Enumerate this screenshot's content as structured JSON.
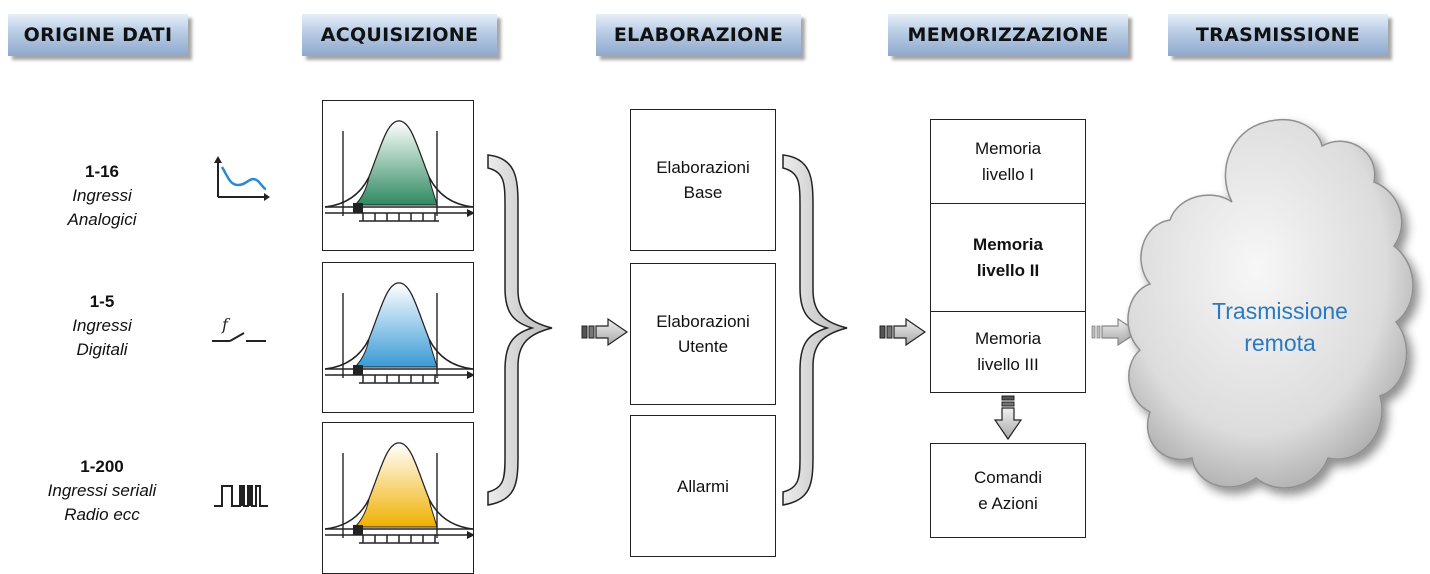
{
  "stages": [
    "ORIGINE DATI",
    "ACQUISIZIONE",
    "ELABORAZIONE",
    "MEMORIZZAZIONE",
    "TRASMISSIONE"
  ],
  "sources": [
    {
      "count": "1-16",
      "line1": "Ingressi",
      "line2": "Analogici",
      "icon": "analog-signal-icon"
    },
    {
      "count": "1-5",
      "line1": "Ingressi",
      "line2": "Digitali",
      "icon": "digital-switch-icon"
    },
    {
      "count": "1-200",
      "line1": "Ingressi seriali",
      "line2": "Radio ecc",
      "icon": "serial-pulse-icon"
    }
  ],
  "acquisition": [
    {
      "color": "#2e8a60"
    },
    {
      "color": "#3a9ad6"
    },
    {
      "color": "#f0b000"
    }
  ],
  "processing": [
    {
      "line1": "Elaborazioni",
      "line2": "Base"
    },
    {
      "line1": "Elaborazioni",
      "line2": "Utente"
    },
    {
      "line1": "Allarmi",
      "line2": ""
    }
  ],
  "memory": [
    {
      "line1": "Memoria",
      "line2": "livello I",
      "bold": false
    },
    {
      "line1": "Memoria",
      "line2": "livello II",
      "bold": true
    },
    {
      "line1": "Memoria",
      "line2": "livello III",
      "bold": false
    }
  ],
  "actions": {
    "line1": "Comandi",
    "line2": "e Azioni"
  },
  "transmission": {
    "line1": "Trasmissione",
    "line2": "remota",
    "color": "#2a7ac0"
  }
}
